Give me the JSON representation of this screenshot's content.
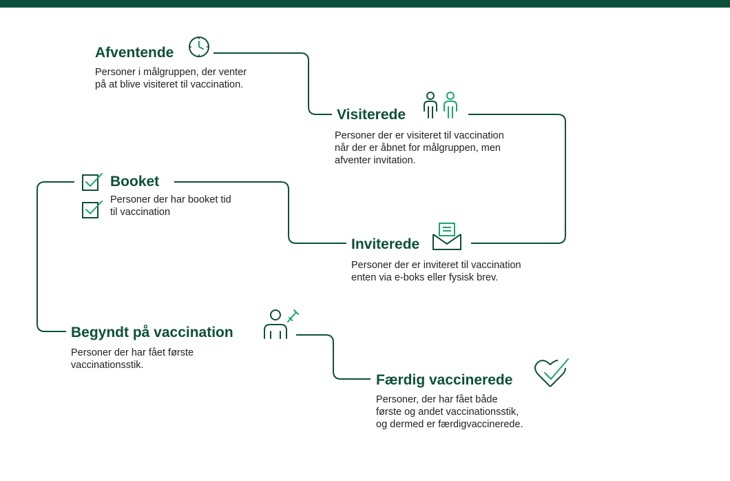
{
  "colors": {
    "primary": "#0d4f3a",
    "accent": "#1aa56b",
    "text": "#1f1f1f"
  },
  "steps": [
    {
      "title": "Afventende",
      "icon": "clock-icon",
      "desc": [
        "Personer i målgruppen, der venter",
        "på at blive visiteret til vaccination."
      ]
    },
    {
      "title": "Visiterede",
      "icon": "people-icon",
      "desc": [
        "Personer der er visiteret til vaccination",
        "når der er åbnet for målgruppen, men",
        "afventer invitation."
      ]
    },
    {
      "title": "Booket",
      "icon": "checkbox-icon",
      "desc": [
        "Personer der har booket tid",
        "til vaccination"
      ]
    },
    {
      "title": "Inviterede",
      "icon": "envelope-icon",
      "desc": [
        "Personer der er inviteret til vaccination",
        "enten via e-boks eller fysisk brev."
      ]
    },
    {
      "title": "Begyndt på vaccination",
      "icon": "person-syringe-icon",
      "desc": [
        "Personer der har fået første",
        "vaccinationsstik."
      ]
    },
    {
      "title": "Færdig vaccinerede",
      "icon": "heart-check-icon",
      "desc": [
        "Personer, der har fået både",
        "første og andet vaccinationsstik,",
        "og dermed er færdigvaccinerede."
      ]
    }
  ]
}
